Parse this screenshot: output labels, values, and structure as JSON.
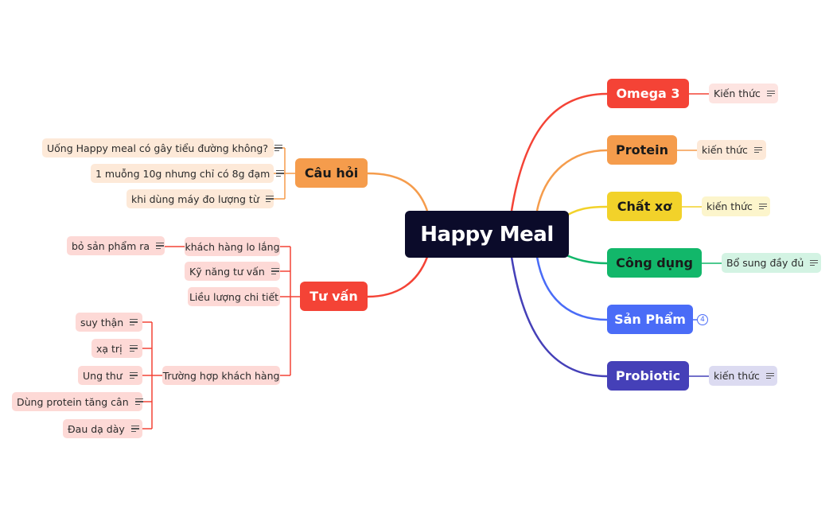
{
  "central": {
    "label": "Happy Meal"
  },
  "topics": {
    "omega3": {
      "label": "Omega 3",
      "note": "Kiến thức"
    },
    "protein": {
      "label": "Protein",
      "note": "kiến thức"
    },
    "chatxo": {
      "label": "Chất xơ",
      "note": "kiến thức"
    },
    "congdung": {
      "label": "Công dụng",
      "note": "Bổ sung đầy đủ"
    },
    "sanpham": {
      "label": "Sản Phẩm",
      "collapsed_count": "4"
    },
    "probiotic": {
      "label": "Probiotic",
      "note": "kiến thức"
    },
    "cauhoi": {
      "label": "Câu hỏi",
      "items": [
        "Uống Happy meal có gây tiểu đường không?",
        "1 muỗng 10g nhưng chỉ có 8g đạm",
        "khi dùng máy đo lượng từ"
      ]
    },
    "tuvan": {
      "label": "Tư vấn",
      "items": [
        "khách hàng lo lắng",
        "Kỹ năng tư vấn",
        "Liều lượng chi tiết",
        "Trường hợp khách hàng"
      ],
      "khachhang_lolang_child": "bỏ sản phẩm ra",
      "truonghop_children": [
        "suy thận",
        "xạ trị",
        "Ung thư",
        "Dùng protein tăng cân",
        "Đau dạ dày"
      ]
    }
  },
  "colors": {
    "central": "#0b0b2a",
    "omega3": "#f44336",
    "omega3_light": "#fde4e1",
    "protein": "#f59c4c",
    "protein_light": "#fde9d8",
    "chatxo": "#f2d22a",
    "chatxo_light": "#fcf5cc",
    "congdung": "#12b76a",
    "congdung_light": "#d3f3e3",
    "sanpham": "#4a6cf7",
    "probiotic": "#4540b8",
    "probiotic_light": "#dcdbf1",
    "cauhoi": "#f59c4c",
    "cauhoi_light": "#fde9d8",
    "tuvan": "#f44336",
    "tuvan_light": "#fdd9d6"
  }
}
